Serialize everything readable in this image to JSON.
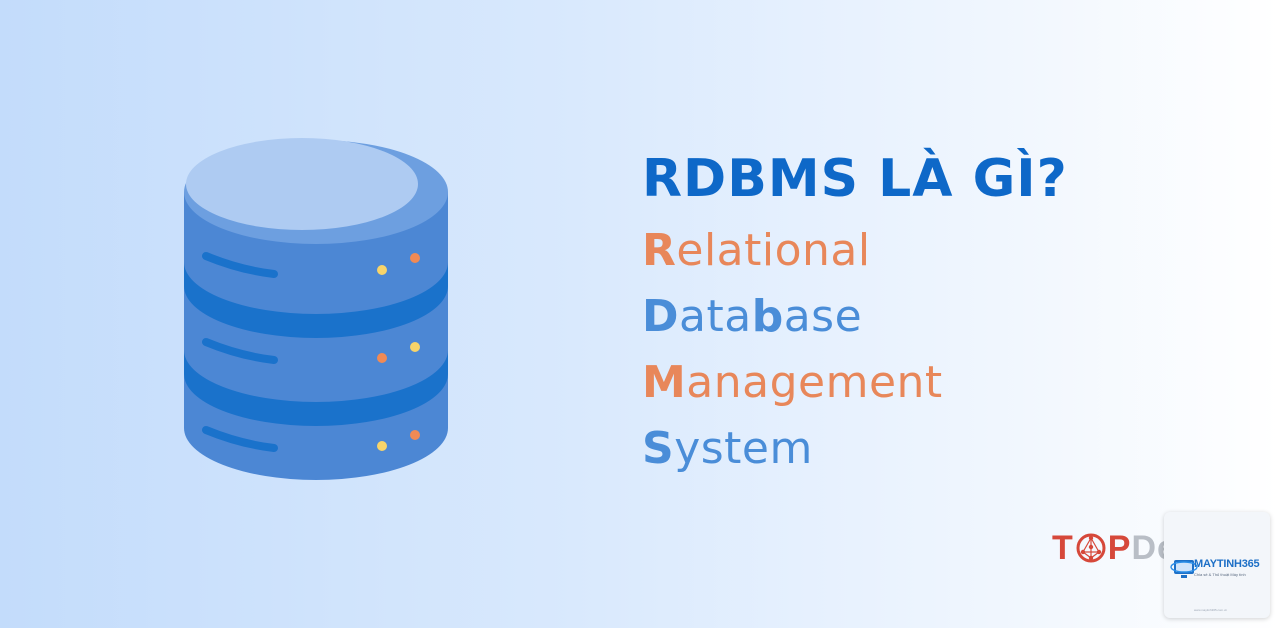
{
  "headline": "RDBMS LÀ GÌ?",
  "acronym": [
    {
      "initial": "R",
      "rest": "elational"
    },
    {
      "initial": "D",
      "middle_a": "ata",
      "inner_bold": "b",
      "rest": "ase"
    },
    {
      "initial": "M",
      "rest": "anagement"
    },
    {
      "initial": "S",
      "rest": "ystem"
    }
  ],
  "logo": {
    "left": "T",
    "right": "PDev",
    "icon": "globe-network-icon"
  },
  "badge": {
    "brand": "MAYTINH365",
    "tagline": "Chia sẻ & Thủ thuật Máy tính",
    "footer": "www.maytinh365.com.vn",
    "icon": "computer-monitor-icon"
  },
  "colors": {
    "headline": "#0e68c8",
    "orange": "#e8875a",
    "blue": "#4a8dd8",
    "db_body": "#4c87d4",
    "db_top": "#aecbf2",
    "db_band": "#1a72cb",
    "light_yellow": "#f7d46a",
    "light_orange": "#f08a55"
  }
}
